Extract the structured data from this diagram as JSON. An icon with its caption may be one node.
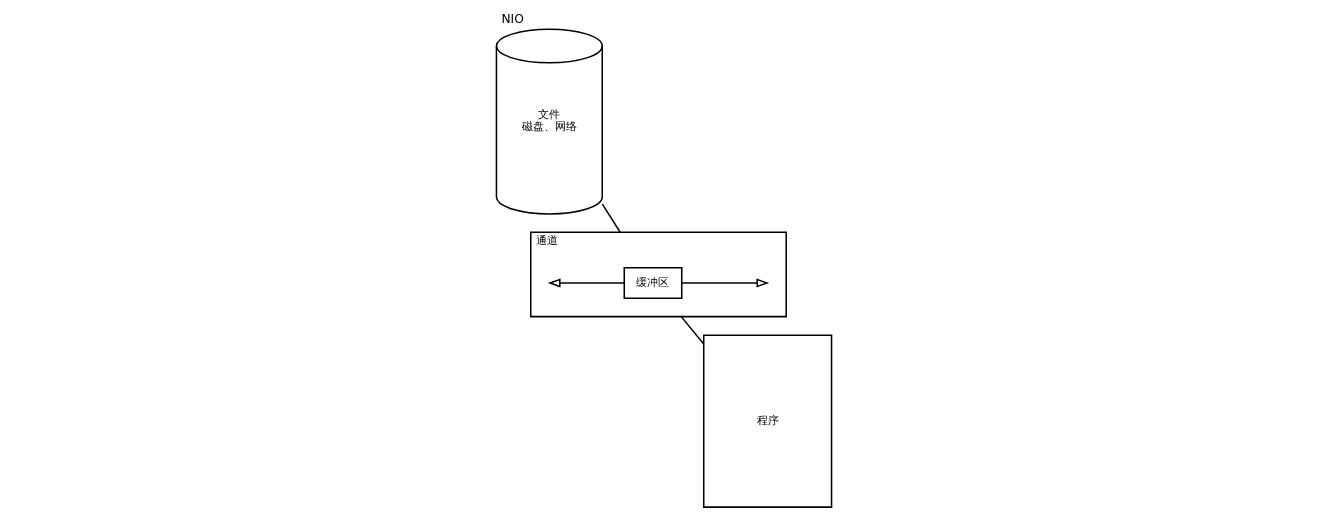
{
  "diagram": {
    "title": "NIO",
    "nodes": [
      {
        "text": [
          "文件",
          "磁盘、网络"
        ]
      },
      {
        "text": [
          "通道"
        ]
      },
      {
        "text": [
          "缓冲区"
        ],
        "in": 1
      },
      {
        "text": [
          "程序"
        ]
      }
    ],
    "edges": [
      {
        "from": 0,
        "to": 1,
        "arrow": "none"
      },
      {
        "from": 1,
        "to": 3,
        "arrow": "none"
      },
      {
        "from": 2,
        "to": null,
        "arrow": "to"
      },
      {
        "from": 2,
        "to": null,
        "arrow": "to"
      }
    ]
  }
}
